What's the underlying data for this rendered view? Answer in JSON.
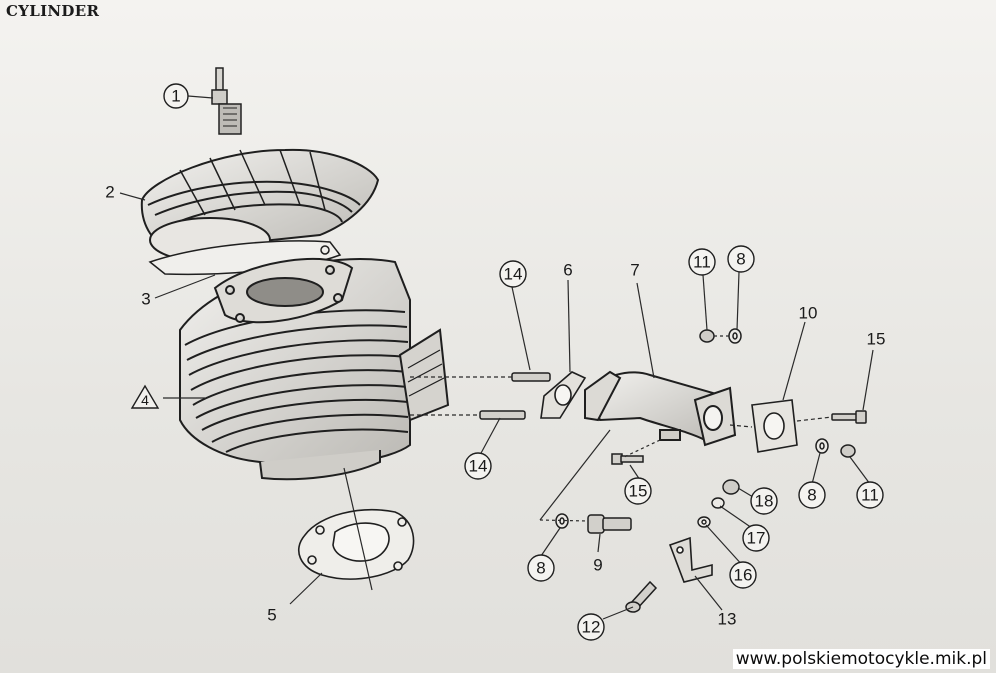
{
  "page": {
    "title": "CYLINDER"
  },
  "watermark": "www.polskiemotocykle.mik.pl",
  "parts": [
    {
      "num": "1",
      "circled": true
    },
    {
      "num": "2",
      "circled": false
    },
    {
      "num": "3",
      "circled": false
    },
    {
      "num": "4",
      "circled": false,
      "triangle": true
    },
    {
      "num": "5",
      "circled": false
    },
    {
      "num": "6",
      "circled": false
    },
    {
      "num": "7",
      "circled": false
    },
    {
      "num": "8",
      "circled": true
    },
    {
      "num": "8",
      "circled": true
    },
    {
      "num": "8",
      "circled": true
    },
    {
      "num": "9",
      "circled": false
    },
    {
      "num": "10",
      "circled": false
    },
    {
      "num": "11",
      "circled": true
    },
    {
      "num": "11",
      "circled": true
    },
    {
      "num": "12",
      "circled": true
    },
    {
      "num": "13",
      "circled": false
    },
    {
      "num": "14",
      "circled": true
    },
    {
      "num": "14",
      "circled": true
    },
    {
      "num": "15",
      "circled": false
    },
    {
      "num": "15",
      "circled": true
    },
    {
      "num": "16",
      "circled": true
    },
    {
      "num": "17",
      "circled": true
    },
    {
      "num": "18",
      "circled": true
    }
  ]
}
